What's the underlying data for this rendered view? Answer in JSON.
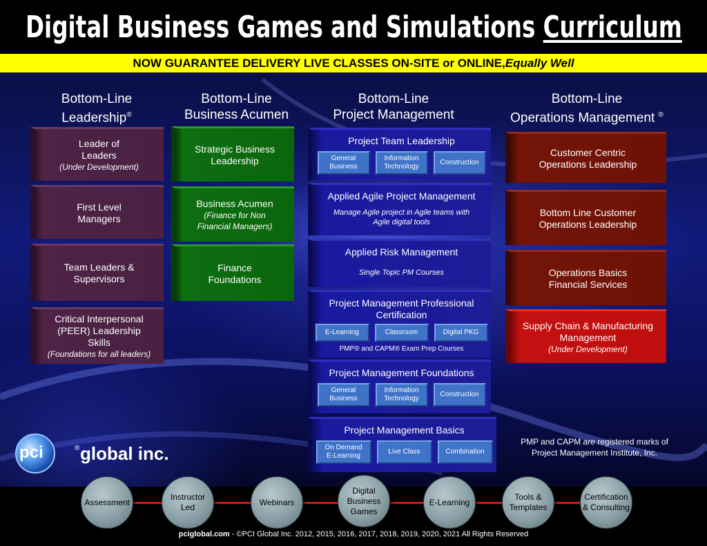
{
  "title": {
    "main": "Digital Business Games and Simulations ",
    "underlined": "Curriculum"
  },
  "banner": {
    "text": "NOW GUARANTEE DELIVERY LIVE CLASSES ON-SITE or ONLINE, ",
    "italic": "Equally Well"
  },
  "columns": {
    "leadership": {
      "line1": "Bottom-Line",
      "line2": "Leadership",
      "reg": "®"
    },
    "acumen": {
      "line1": "Bottom-Line",
      "line2": "Business Acumen"
    },
    "pm": {
      "line1": "Bottom-Line",
      "line2": "Project Management"
    },
    "ops": {
      "line1": "Bottom-Line",
      "line2": "Operations Management",
      "reg": "®"
    }
  },
  "leadership_boxes": [
    {
      "line1": "Leader of",
      "line2": "Leaders",
      "note": "(Under Development)"
    },
    {
      "line1": "First Level",
      "line2": "Managers"
    },
    {
      "line1": "Team Leaders &",
      "line2": "Supervisors"
    },
    {
      "line1": "Critical Interpersonal",
      "line2": "(PEER) Leadership",
      "line3": "Skills",
      "note": "(Foundations for all leaders)"
    }
  ],
  "acumen_boxes": [
    {
      "line1": "Strategic Business",
      "line2": "Leadership"
    },
    {
      "line1": "Business Acumen",
      "note1": "(Finance for Non",
      "note2": "Financial Managers)"
    },
    {
      "line1": "Finance",
      "line2": "Foundations"
    }
  ],
  "pm_boxes": {
    "team": {
      "title": "Project Team Leadership",
      "btn1a": "General",
      "btn1b": "Business",
      "btn2a": "Information",
      "btn2b": "Technology",
      "btn3": "Construction"
    },
    "agile": {
      "title": "Applied Agile Project  Management",
      "sub1": "Manage Agile project in Agile teams with",
      "sub2": "Agile digital tools"
    },
    "risk": {
      "title": "Applied Risk Management",
      "sub": "Single Topic PM Courses"
    },
    "pmp": {
      "title1": "Project Management Professional",
      "title2": "Certification",
      "btn1": "E-Learning",
      "btn2": "Classroom",
      "btn3": "Digital PKG",
      "note": "PMP® and CAPM® Exam Prep Courses"
    },
    "foundations": {
      "title": "Project Management Foundations",
      "btn1a": "General",
      "btn1b": "Business",
      "btn2a": "Information",
      "btn2b": "Technology",
      "btn3": "Construction"
    },
    "basics": {
      "title": "Project  Management Basics",
      "btn1a": "On Demand",
      "btn1b": "E-Learning",
      "btn2": "Live Class",
      "btn3": "Combination"
    }
  },
  "ops_boxes": [
    {
      "line1": "Customer Centric",
      "line2": "Operations Leadership"
    },
    {
      "line1": "Bottom Line Customer",
      "line2": "Operations Leadership"
    },
    {
      "line1": "Operations Basics",
      "line2": "Financial Services"
    },
    {
      "line1": "Supply Chain & Manufacturing",
      "line2": "Management",
      "note": "(Under Development)"
    }
  ],
  "logo": {
    "pci": "pci",
    "reg": "®",
    "text": "global inc."
  },
  "pmp_note": {
    "line1_a": "PMP and CAPM ",
    "line1_b": "are",
    "line1_c": " registered marks of",
    "line2": "Project Management Institute, Inc."
  },
  "steps": [
    {
      "line1": "Assessment"
    },
    {
      "line1": "Instructor",
      "line2": "Led"
    },
    {
      "line1": "Webinars"
    },
    {
      "line1": "Digital",
      "line2": "Business",
      "line3": "Games"
    },
    {
      "line1": "E-Learning"
    },
    {
      "line1": "Tools &",
      "line2": "Templates"
    },
    {
      "line1": "Certification",
      "line2": "& Consulting"
    }
  ],
  "footer": {
    "site": "pciglobal.com",
    "rest": " - ©PCI Global Inc. 2012, 2015, 2016, 2017, 2018, 2019, 2020, 2021 All Rights Reserved"
  },
  "colors": {
    "banner": "#ffff00",
    "purple": "#4e2346",
    "green": "#0e6e10",
    "blue": "#1a1aa0",
    "dark_red": "#741408",
    "bright_red": "#c41010",
    "connector": "#d01818"
  }
}
